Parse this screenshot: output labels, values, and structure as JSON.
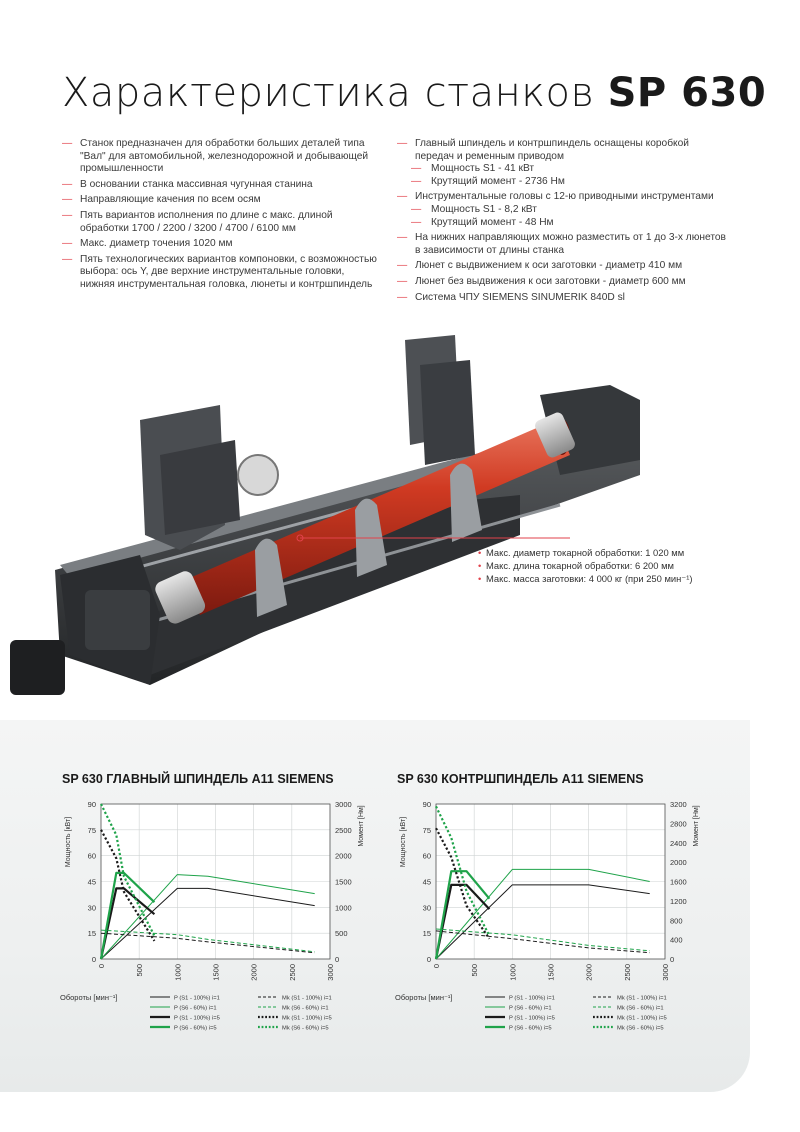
{
  "header": {
    "title_light": "Характеристика станков",
    "title_bold": "SP 630"
  },
  "features_left": [
    "Станок предназначен для обработки больших деталей типа \"Вал\" для автомобильной, железнодорожной и добывающей промышленности",
    "В основании станка массивная чугунная станина",
    "Направляющие качения по всем осям",
    "Пять вариантов исполнения по длине с макс. длиной обработки 1700 / 2200 / 3200 / 4700 / 6100 мм",
    "Макс. диаметр точения 1020 мм",
    "Пять технологических вариантов компоновки, с возможностью выбора: ось Y, две верхние инструментальные головки, нижняя инструментальная головка, люнеты и контршпиндель"
  ],
  "features_right": {
    "spindle": "Главный шпиндель и контршпиндель оснащены коробкой передач и ременным приводом",
    "spindle_power": "Мощность S1 - 41 кВт",
    "spindle_torque": "Крутящий момент - 2736 Нм",
    "heads": "Инструментальные головы с 12-ю приводными инструментами",
    "heads_power": "Мощность S1 - 8,2 кВт",
    "heads_torque": "Крутящий момент - 48 Нм",
    "lunettes": "На нижних направляющих можно разместить от 1 до 3-х люнетов в зависимости от длины станка",
    "lunette_shift": "Люнет с выдвижением к оси заготовки - диаметр 410 мм",
    "lunette_noshift": "Люнет без выдвижения к оси заготовки - диаметр 600 мм",
    "cnc": "Система ЧПУ SIEMENS SINUMERIK 840D sl"
  },
  "callouts": [
    "Макс. диаметр токарной обработки: 1 020 мм",
    "Макс. длина токарной обработки: 6 200 мм",
    "Макс. масса заготовки: 4 000 кг (при 250 мин⁻¹)"
  ],
  "colors": {
    "accent": "#e2424b",
    "green": "#1fa34a",
    "black": "#1a1a1a",
    "rod": "#c8301f"
  },
  "chart_data": [
    {
      "type": "line",
      "title": "SP 630 ГЛАВНЫЙ ШПИНДЕЛЬ A11 SIEMENS",
      "xlabel": "Обороты [мин⁻¹]",
      "ylabel": "Мощность [кВт]",
      "y2label": "Момент [Нм]",
      "xlim": [
        0,
        3000
      ],
      "ylim": [
        0,
        90
      ],
      "y2lim": [
        0,
        3000
      ],
      "x_ticks": [
        0,
        500,
        1000,
        1500,
        2000,
        2500,
        3000
      ],
      "y_ticks": [
        0,
        15,
        30,
        45,
        60,
        75,
        90
      ],
      "y2_ticks": [
        0,
        500,
        1000,
        1500,
        2000,
        2500,
        3000
      ],
      "series": [
        {
          "name": "P (S1 - 100%) i=1",
          "axis": "left",
          "style": "solid",
          "color": "#1a1a1a",
          "width": 1,
          "points": [
            [
              0,
              0
            ],
            [
              1000,
              41
            ],
            [
              1400,
              41
            ],
            [
              2800,
              31
            ]
          ]
        },
        {
          "name": "P (S6 - 60%) i=1",
          "axis": "left",
          "style": "solid",
          "color": "#1fa34a",
          "width": 1,
          "points": [
            [
              0,
              0
            ],
            [
              1000,
              49
            ],
            [
              1400,
              48
            ],
            [
              2800,
              38
            ]
          ]
        },
        {
          "name": "P (S1 - 100%) i=5",
          "axis": "left",
          "style": "solid",
          "color": "#1a1a1a",
          "width": 2.2,
          "points": [
            [
              0,
              0
            ],
            [
              200,
              41
            ],
            [
              300,
              41
            ],
            [
              700,
              26
            ]
          ]
        },
        {
          "name": "P (S6 - 60%) i=5",
          "axis": "left",
          "style": "solid",
          "color": "#1fa34a",
          "width": 2.2,
          "points": [
            [
              0,
              0
            ],
            [
              200,
              50
            ],
            [
              300,
              50
            ],
            [
              700,
              33
            ]
          ]
        },
        {
          "name": "Mk (S1 - 100%) i=1",
          "axis": "right",
          "style": "dashed",
          "color": "#1a1a1a",
          "width": 1,
          "points": [
            [
              0,
              500
            ],
            [
              1000,
              400
            ],
            [
              1400,
              330
            ],
            [
              2800,
              120
            ]
          ]
        },
        {
          "name": "Mk (S6 - 60%) i=1",
          "axis": "right",
          "style": "dashed",
          "color": "#1fa34a",
          "width": 1,
          "points": [
            [
              0,
              560
            ],
            [
              1000,
              470
            ],
            [
              1400,
              380
            ],
            [
              2800,
              140
            ]
          ]
        },
        {
          "name": "Mk (S1 - 100%) i=5",
          "axis": "right",
          "style": "dotted",
          "color": "#1a1a1a",
          "width": 2.2,
          "points": [
            [
              0,
              2500
            ],
            [
              200,
              1950
            ],
            [
              300,
              1300
            ],
            [
              700,
              350
            ]
          ]
        },
        {
          "name": "Mk (S6 - 60%) i=5",
          "axis": "right",
          "style": "dotted",
          "color": "#1fa34a",
          "width": 2.2,
          "points": [
            [
              0,
              3000
            ],
            [
              200,
              2400
            ],
            [
              300,
              1600
            ],
            [
              700,
              450
            ]
          ]
        }
      ]
    },
    {
      "type": "line",
      "title": "SP 630 КОНТРШПИНДЕЛЬ A11 SIEMENS",
      "xlabel": "Обороты [мин⁻¹]",
      "ylabel": "Мощность [кВт]",
      "y2label": "Момент [Нм]",
      "xlim": [
        0,
        3000
      ],
      "ylim": [
        0,
        90
      ],
      "y2lim": [
        0,
        3200
      ],
      "x_ticks": [
        0,
        500,
        1000,
        1500,
        2000,
        2500,
        3000
      ],
      "y_ticks": [
        0,
        15,
        30,
        45,
        60,
        75,
        90
      ],
      "y2_ticks": [
        0,
        400,
        800,
        1200,
        1600,
        2000,
        2400,
        2800,
        3200
      ],
      "series": [
        {
          "name": "P (S1 - 100%) i=1",
          "axis": "left",
          "style": "solid",
          "color": "#1a1a1a",
          "width": 1,
          "points": [
            [
              0,
              0
            ],
            [
              1000,
              43
            ],
            [
              2000,
              43
            ],
            [
              2800,
              38
            ]
          ]
        },
        {
          "name": "P (S6 - 60%) i=1",
          "axis": "left",
          "style": "solid",
          "color": "#1fa34a",
          "width": 1,
          "points": [
            [
              0,
              0
            ],
            [
              1000,
              52
            ],
            [
              2000,
              52
            ],
            [
              2800,
              45
            ]
          ]
        },
        {
          "name": "P (S1 - 100%) i=5",
          "axis": "left",
          "style": "solid",
          "color": "#1a1a1a",
          "width": 2.2,
          "points": [
            [
              0,
              0
            ],
            [
              200,
              43
            ],
            [
              400,
              43
            ],
            [
              700,
              29
            ]
          ]
        },
        {
          "name": "P (S6 - 60%) i=5",
          "axis": "left",
          "style": "solid",
          "color": "#1fa34a",
          "width": 2.2,
          "points": [
            [
              0,
              0
            ],
            [
              200,
              51
            ],
            [
              400,
              51
            ],
            [
              700,
              35
            ]
          ]
        },
        {
          "name": "Mk (S1 - 100%) i=1",
          "axis": "right",
          "style": "dashed",
          "color": "#1a1a1a",
          "width": 1,
          "points": [
            [
              0,
              580
            ],
            [
              1000,
              420
            ],
            [
              2000,
              230
            ],
            [
              2800,
              130
            ]
          ]
        },
        {
          "name": "Mk (S6 - 60%) i=1",
          "axis": "right",
          "style": "dashed",
          "color": "#1fa34a",
          "width": 1,
          "points": [
            [
              0,
              620
            ],
            [
              1000,
              500
            ],
            [
              2000,
              280
            ],
            [
              2800,
              170
            ]
          ]
        },
        {
          "name": "Mk (S1 - 100%) i=5",
          "axis": "right",
          "style": "dotted",
          "color": "#1a1a1a",
          "width": 2.2,
          "points": [
            [
              0,
              2700
            ],
            [
              200,
              2100
            ],
            [
              400,
              1100
            ],
            [
              700,
              420
            ]
          ]
        },
        {
          "name": "Mk (S6 - 60%) i=5",
          "axis": "right",
          "style": "dotted",
          "color": "#1fa34a",
          "width": 2.2,
          "points": [
            [
              0,
              3150
            ],
            [
              200,
              2500
            ],
            [
              400,
              1400
            ],
            [
              700,
              480
            ]
          ]
        }
      ]
    }
  ]
}
